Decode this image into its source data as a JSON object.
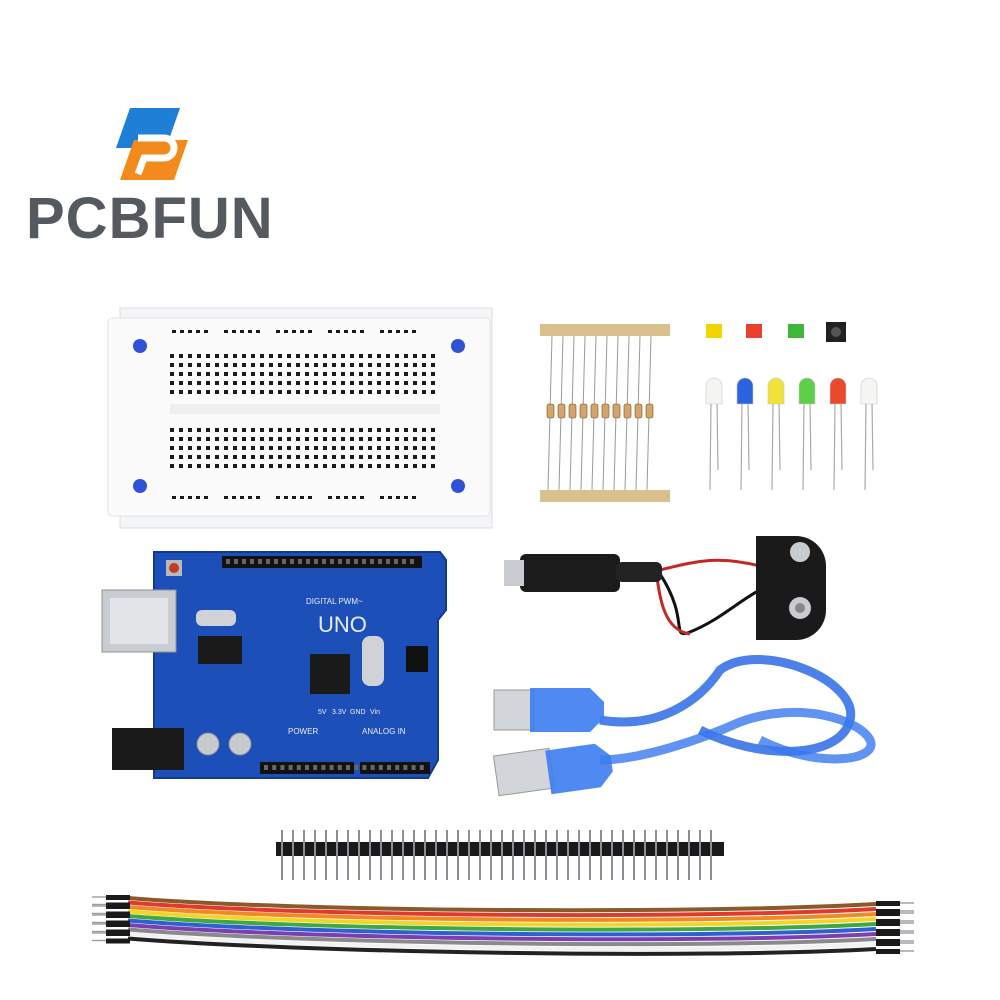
{
  "brand": {
    "name": "pcbfun",
    "logo_colors": {
      "blue": "#1f7fd6",
      "orange": "#f28a1c",
      "text": "#555a60"
    }
  },
  "board": {
    "model": "UNO",
    "header_digital": "DIGITAL PWM~",
    "header_power": "POWER",
    "header_analog": "ANALOG IN",
    "pin_labels": [
      "5V",
      "3.3V",
      "GND",
      "Vin"
    ],
    "color": "#1d4fb8"
  },
  "led_colors": {
    "caps": [
      "#f2d400",
      "#e8412c",
      "#3fb83a"
    ],
    "leds": [
      "#f4f4f0",
      "#2b63e0",
      "#f1e23a",
      "#5fcf4a",
      "#ec4a2e",
      "#f5f5f2"
    ]
  },
  "jumper_wire_colors": [
    "#8a5a2b",
    "#e03a2c",
    "#f08a24",
    "#f3d52a",
    "#3fa845",
    "#2f5fd0",
    "#7b3fb0",
    "#8a8a8a",
    "#f2f2f2",
    "#222222"
  ]
}
